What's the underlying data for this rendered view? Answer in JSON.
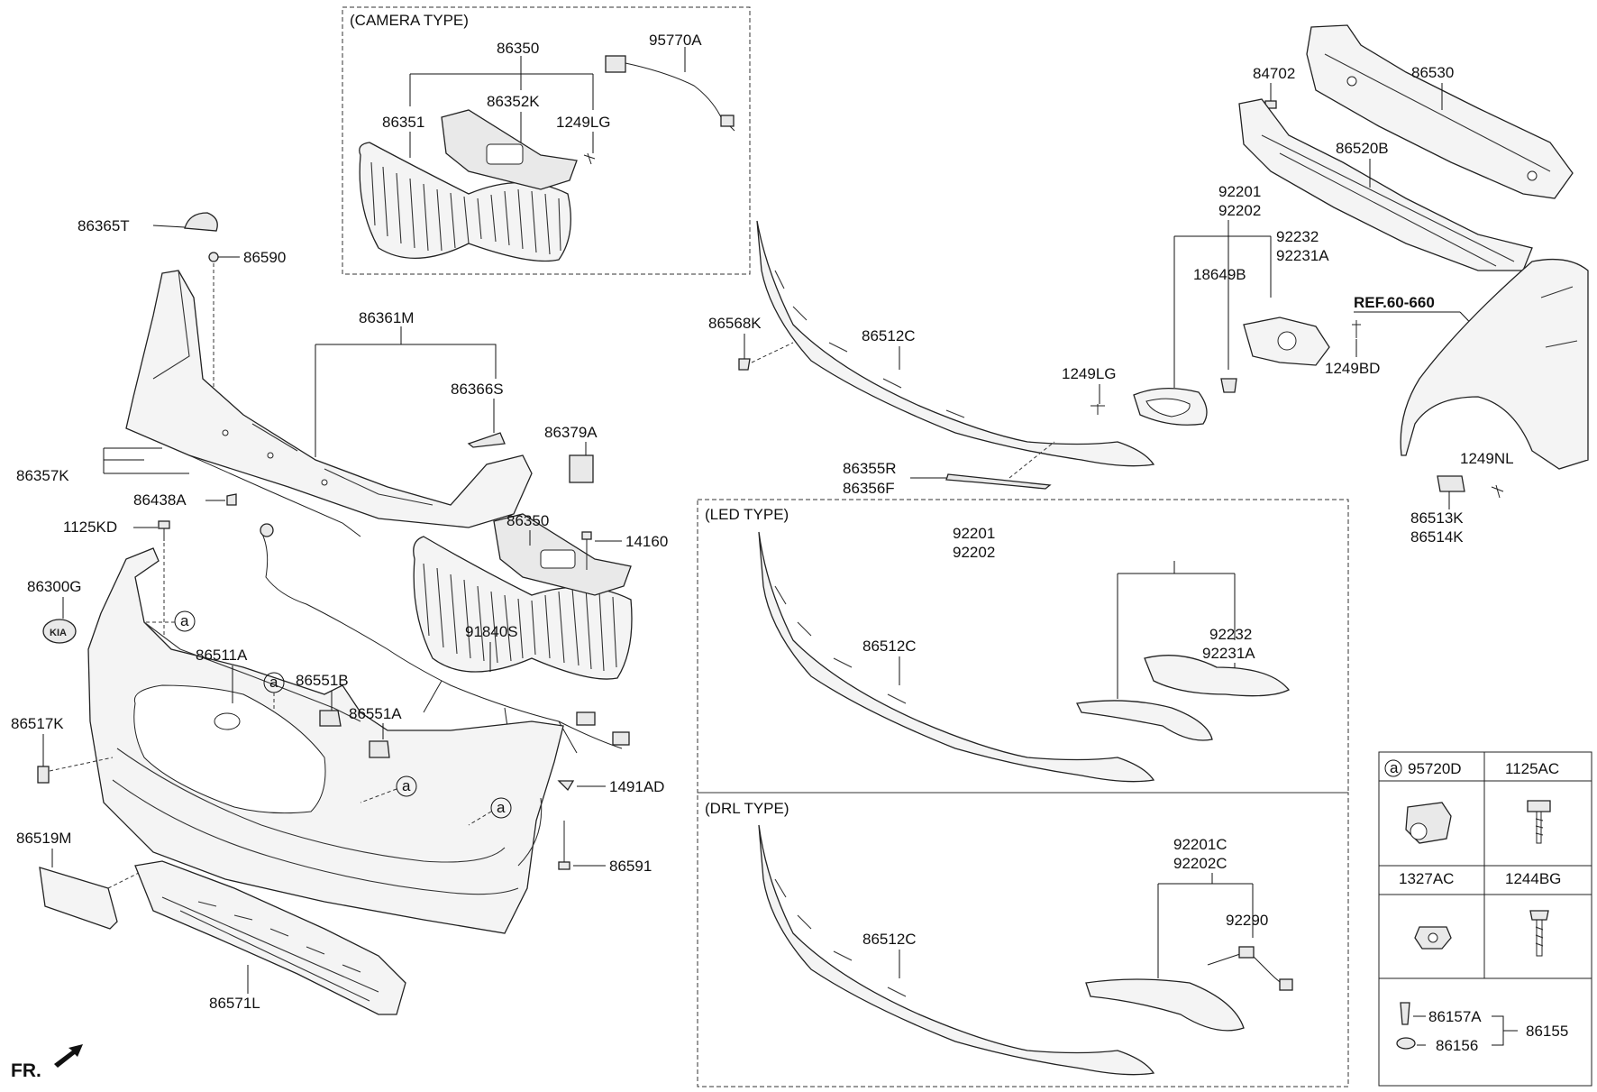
{
  "sections": {
    "camera": "(CAMERA TYPE)",
    "led": "(LED TYPE)",
    "drl": "(DRL TYPE)"
  },
  "callouts": {
    "p86350_cam": "86350",
    "p95770A": "95770A",
    "p86352K": "86352K",
    "p86351": "86351",
    "p1249LG_cam": "1249LG",
    "p86365T": "86365T",
    "p86590": "86590",
    "p86361M": "86361M",
    "p86366S": "86366S",
    "p86379A": "86379A",
    "p86357K": "86357K",
    "p86438A": "86438A",
    "p1125KD": "1125KD",
    "p86350": "86350",
    "p14160": "14160",
    "p86300G": "86300G",
    "p91840S": "91840S",
    "p86511A": "86511A",
    "p86551B": "86551B",
    "p86551A": "86551A",
    "p86517K": "86517K",
    "p1491AD": "1491AD",
    "p86519M": "86519M",
    "p86591": "86591",
    "p86571L": "86571L",
    "p86568K": "86568K",
    "p86512C_main": "86512C",
    "p1249LG": "1249LG",
    "p86355R": "86355R",
    "p86356F": "86356F",
    "p84702": "84702",
    "p86530": "86530",
    "p86520B": "86520B",
    "p92201": "92201",
    "p92202": "92202",
    "p92232": "92232",
    "p92231A": "92231A",
    "p18649B": "18649B",
    "p1249BD": "1249BD",
    "ref": "REF.60-660",
    "p1249NL": "1249NL",
    "p86513K": "86513K",
    "p86514K": "86514K",
    "led_92201": "92201",
    "led_92202": "92202",
    "led_92232": "92232",
    "led_92231A": "92231A",
    "led_86512C": "86512C",
    "drl_92201C": "92201C",
    "drl_92202C": "92202C",
    "drl_92290": "92290",
    "drl_86512C": "86512C",
    "fr": "FR.",
    "badge_letter": "KIA"
  },
  "circle_refs": [
    "a",
    "a",
    "a",
    "a"
  ],
  "legend": {
    "a_marker": "a",
    "p95720D": "95720D",
    "p1125AC": "1125AC",
    "p1327AC": "1327AC",
    "p1244BG": "1244BG",
    "p86157A": "86157A",
    "p86156": "86156",
    "p86155": "86155"
  }
}
